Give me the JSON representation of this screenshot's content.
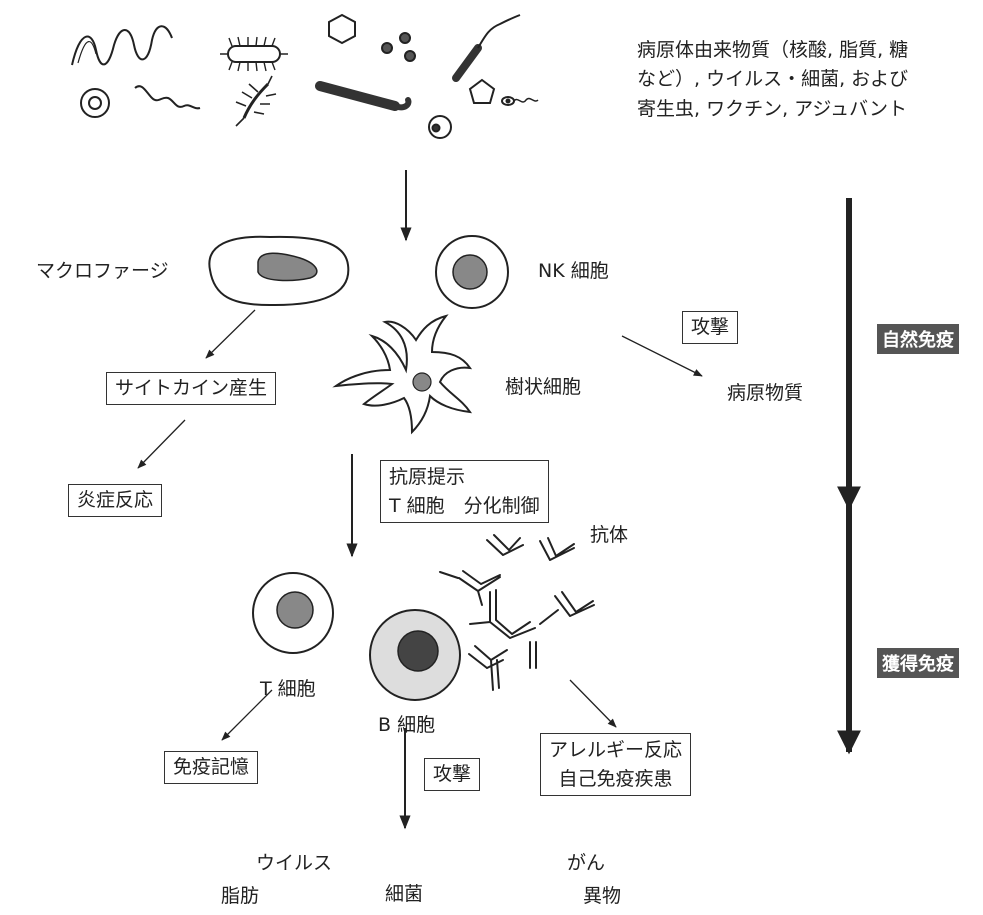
{
  "top_description": [
    "病原体由来物質（核酸, 脂質, 糖",
    "など）, ウイルス・細菌, および",
    "寄生虫, ワクチン, アジュバント"
  ],
  "cells": {
    "macrophage": "マクロファージ",
    "nk": "NK 細胞",
    "dendritic": "樹状細胞",
    "t_cell": "T 細胞",
    "b_cell": "B 細胞"
  },
  "boxes": {
    "cytokine": "サイトカイン産生",
    "inflammation": "炎症反応",
    "attack_innate": "攻撃",
    "antigen_line1": "抗原提示",
    "antigen_line2": "T 細胞　分化制御",
    "memory": "免疫記憶",
    "attack_adaptive": "攻撃",
    "allergy_line1": "アレルギー反応",
    "allergy_line2": "自己免疫疾患"
  },
  "labels": {
    "pathogen_substance": "病原物質",
    "antibody": "抗体"
  },
  "bands": {
    "innate": "自然免疫",
    "adaptive": "獲得免疫"
  },
  "targets": {
    "virus": "ウイルス",
    "cancer": "がん",
    "fat": "脂肪",
    "bacteria": "細菌",
    "foreign": "異物"
  }
}
